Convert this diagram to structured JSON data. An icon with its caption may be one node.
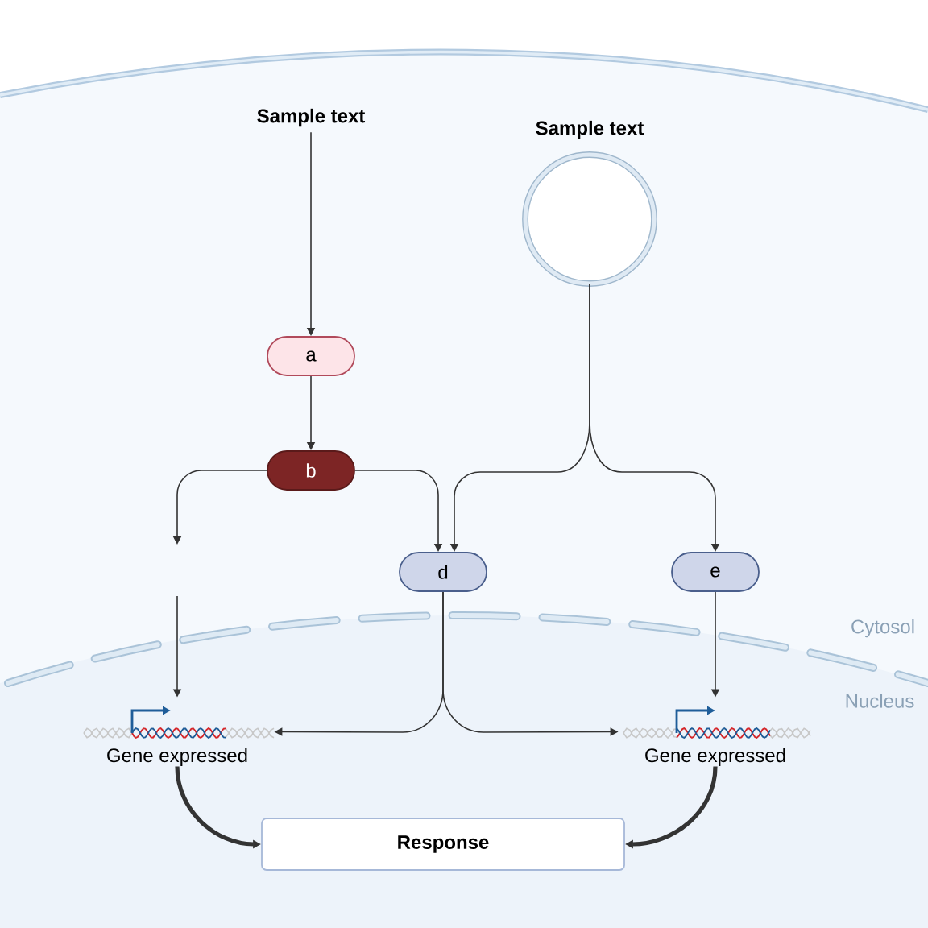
{
  "diagram": {
    "nodes": [
      {
        "text": [
          "Sample text"
        ]
      },
      {
        "text": [
          "Sample text"
        ]
      },
      {
        "text": [
          "a"
        ]
      },
      {
        "text": [
          "b"
        ]
      },
      {
        "text": [
          "d"
        ]
      },
      {
        "text": [
          "e"
        ]
      },
      {
        "text": [
          "Gene expressed"
        ]
      },
      {
        "text": [
          "Gene expressed"
        ]
      },
      {
        "text": [
          "Response"
        ]
      }
    ],
    "edges": [
      {
        "from": 0,
        "to": 2,
        "arrow": "to"
      },
      {
        "from": 2,
        "to": 3,
        "arrow": "to"
      },
      {
        "from": 3,
        "to": null,
        "arrow": "to"
      },
      {
        "from": null,
        "to": 6,
        "arrow": "to"
      },
      {
        "from": 3,
        "to": 4,
        "arrow": "to"
      },
      {
        "from": 1,
        "to": 4,
        "arrow": "to"
      },
      {
        "from": 1,
        "to": 5,
        "arrow": "to"
      },
      {
        "from": 4,
        "to": 6,
        "arrow": "to"
      },
      {
        "from": 4,
        "to": 7,
        "arrow": "to"
      },
      {
        "from": 5,
        "to": 7,
        "arrow": "to"
      },
      {
        "from": 6,
        "to": 8,
        "arrow": "to",
        "style": "thick"
      },
      {
        "from": 7,
        "to": 8,
        "arrow": "to",
        "style": "thick"
      }
    ],
    "labels": [
      "Cytosol",
      "Nucleus"
    ]
  }
}
